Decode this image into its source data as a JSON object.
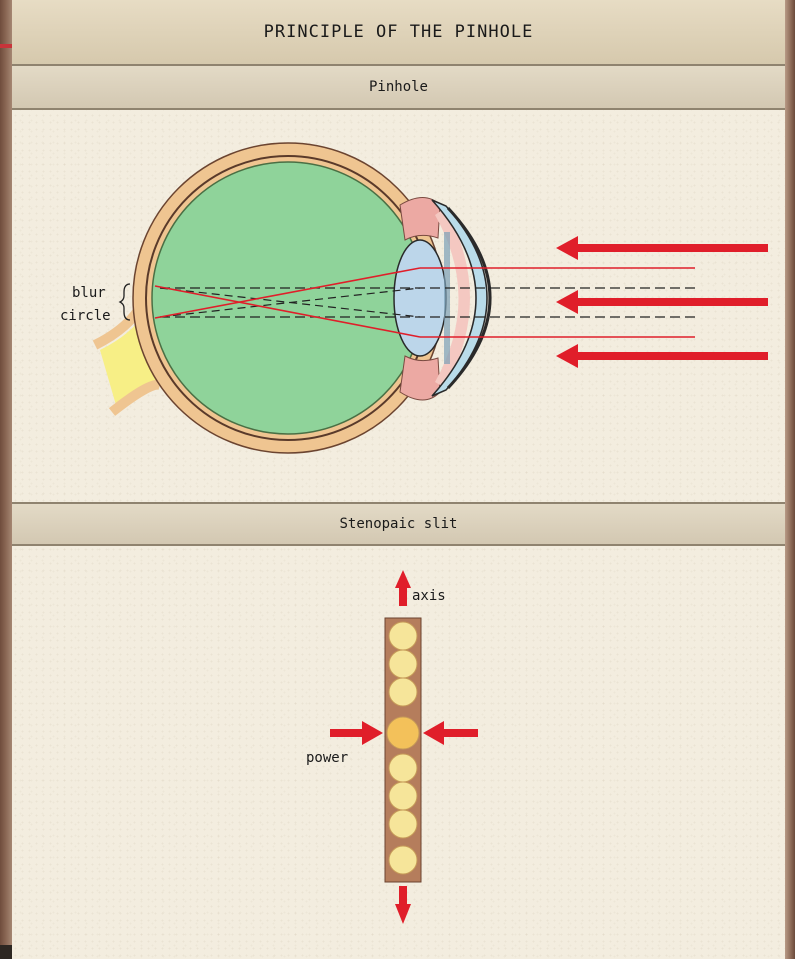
{
  "title": "PRINCIPLE OF THE PINHOLE",
  "sections": [
    {
      "heading": "Pinhole"
    },
    {
      "heading": "Stenopaic slit"
    }
  ],
  "pinhole_diagram": {
    "blur_label_line1": "blur",
    "blur_label_line2": "circle"
  },
  "slit_diagram": {
    "axis_label": "axis",
    "power_label": "power"
  },
  "colors": {
    "light_ray": "#e01e2a",
    "vitreous": "#8fd39a",
    "sclera": "#efc591",
    "optic_nerve": "#f7ef86",
    "cornea": "#b9dcea",
    "slit_frame": "#b57d5c",
    "circle_fill": "#f6e59a",
    "circle_highlight": "#f3c15a"
  }
}
